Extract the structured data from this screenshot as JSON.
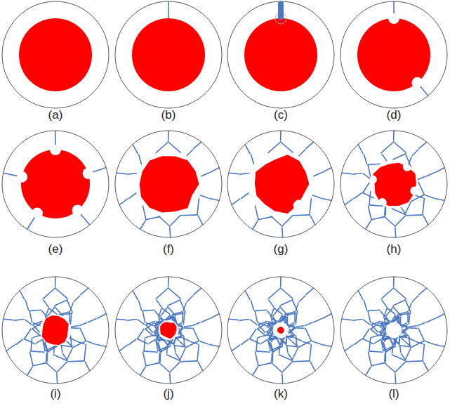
{
  "diagram": {
    "labels": [
      "(a)",
      "(b)",
      "(c)",
      "(d)",
      "(e)",
      "(f)",
      "(g)",
      "(h)",
      "(i)",
      "(j)",
      "(k)",
      "(l)"
    ]
  }
}
